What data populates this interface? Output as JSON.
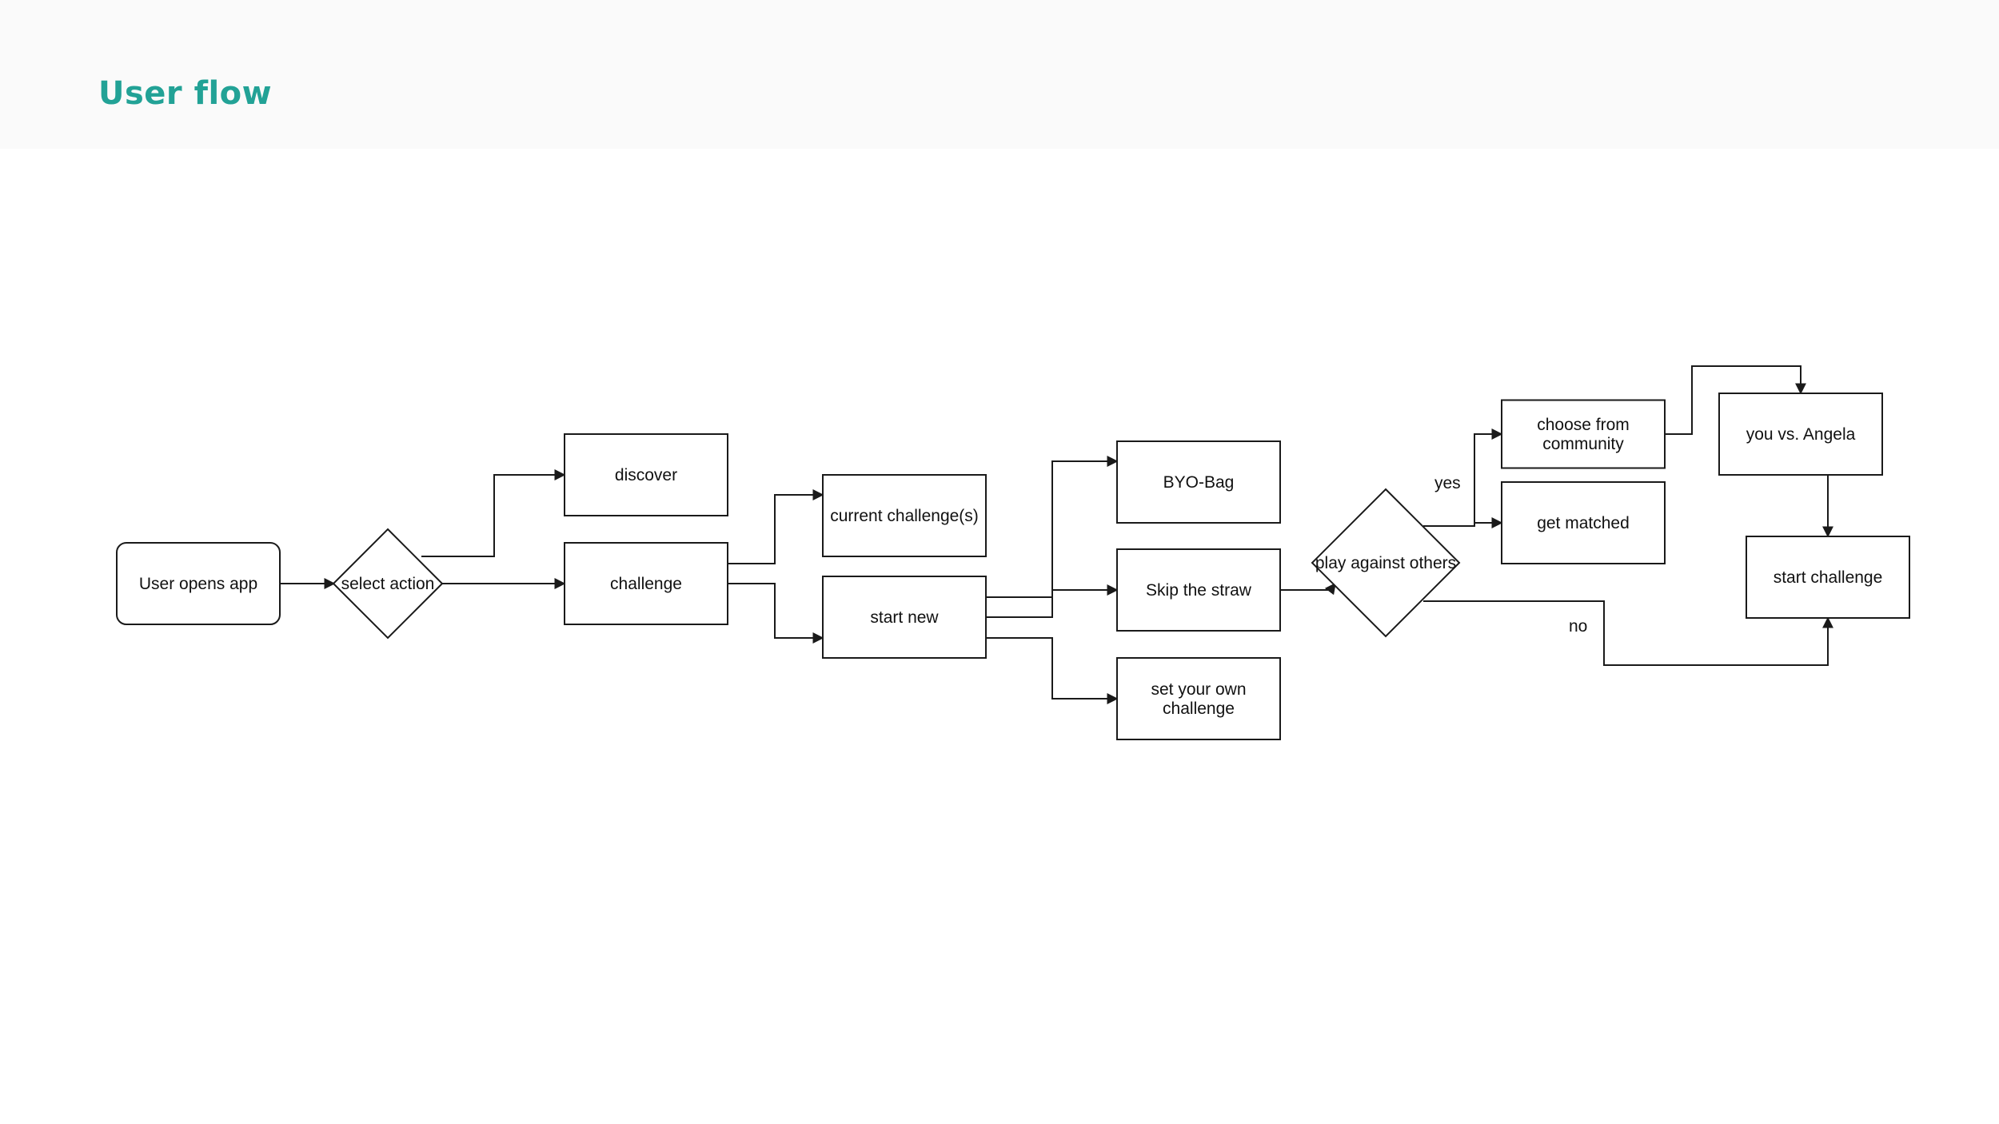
{
  "title": "User flow",
  "colors": {
    "title": "#22a296",
    "stroke": "#1a1a1a",
    "node_fill": "#ffffff",
    "background": "#fafafa"
  },
  "diagram": {
    "nodes": {
      "user_opens_app": {
        "label": [
          "User opens app"
        ],
        "shape": "rounded-rect"
      },
      "select_action": {
        "label": [
          "select action"
        ],
        "shape": "diamond"
      },
      "discover": {
        "label": [
          "discover"
        ],
        "shape": "rect"
      },
      "challenge": {
        "label": [
          "challenge"
        ],
        "shape": "rect"
      },
      "current_challenges": {
        "label": [
          "current challenge(s)"
        ],
        "shape": "rect"
      },
      "start_new": {
        "label": [
          "start new"
        ],
        "shape": "rect"
      },
      "byo_bag": {
        "label": [
          "BYO-Bag"
        ],
        "shape": "rect"
      },
      "skip_straw": {
        "label": [
          "Skip the straw"
        ],
        "shape": "rect"
      },
      "set_own": {
        "label": [
          "set your own",
          "challenge"
        ],
        "shape": "rect"
      },
      "play_against": {
        "label": [
          "play against others"
        ],
        "shape": "diamond"
      },
      "choose_community": {
        "label": [
          "choose from",
          "community"
        ],
        "shape": "rect"
      },
      "get_matched": {
        "label": [
          "get matched"
        ],
        "shape": "rect"
      },
      "you_vs_angela": {
        "label": [
          "you vs. Angela"
        ],
        "shape": "rect"
      },
      "start_challenge": {
        "label": [
          "start challenge"
        ],
        "shape": "rect"
      }
    },
    "edges": [
      {
        "from": "user_opens_app",
        "to": "select_action",
        "label": ""
      },
      {
        "from": "select_action",
        "to": "discover",
        "label": ""
      },
      {
        "from": "select_action",
        "to": "challenge",
        "label": ""
      },
      {
        "from": "challenge",
        "to": "current_challenges",
        "label": ""
      },
      {
        "from": "challenge",
        "to": "start_new",
        "label": ""
      },
      {
        "from": "start_new",
        "to": "byo_bag",
        "label": ""
      },
      {
        "from": "start_new",
        "to": "skip_straw",
        "label": ""
      },
      {
        "from": "start_new",
        "to": "set_own",
        "label": ""
      },
      {
        "from": "skip_straw",
        "to": "play_against",
        "label": ""
      },
      {
        "from": "play_against",
        "to": "choose_community",
        "label": "yes"
      },
      {
        "from": "play_against",
        "to": "get_matched",
        "label": ""
      },
      {
        "from": "play_against",
        "to": "start_challenge",
        "label": "no"
      },
      {
        "from": "choose_community",
        "to": "you_vs_angela",
        "label": ""
      },
      {
        "from": "you_vs_angela",
        "to": "start_challenge",
        "label": ""
      }
    ]
  }
}
